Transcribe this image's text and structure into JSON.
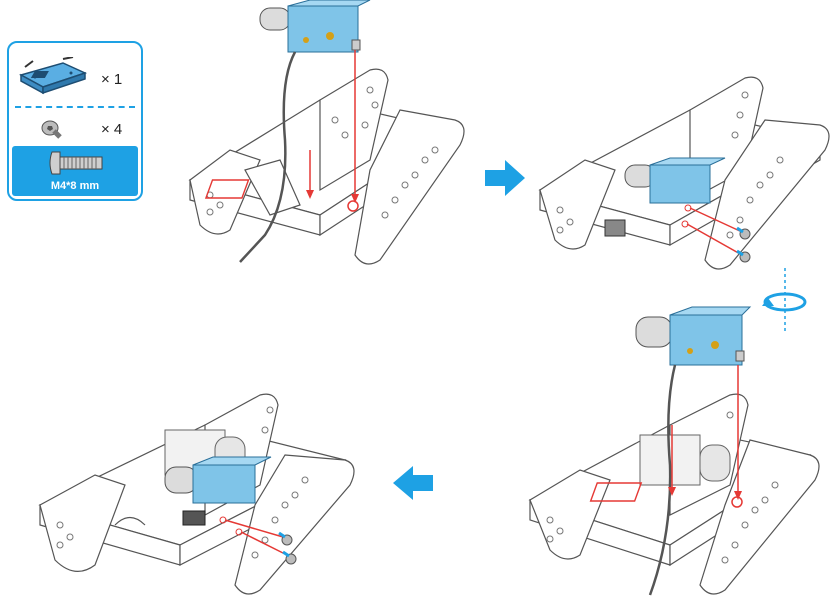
{
  "parts": [
    {
      "name": "motor-bracket",
      "quantity": "× 1"
    },
    {
      "name": "screw",
      "quantity": "× 4"
    }
  ],
  "screw_spec": "M4*8 mm",
  "colors": {
    "accent": "#1ea1e4",
    "motor": "#7fc4e8",
    "frame": "#ffffff",
    "frame_stroke": "#555555",
    "guide": "#e53935"
  },
  "icons": [
    "motor-bracket-icon",
    "screw-icon",
    "rotate-icon",
    "arrow-right-icon",
    "arrow-left-icon"
  ]
}
